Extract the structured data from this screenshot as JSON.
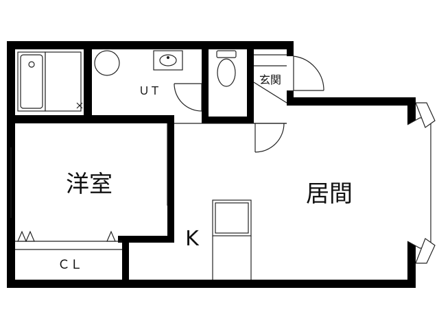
{
  "floor_plan": {
    "rooms": {
      "western_room": "洋室",
      "living_room": "居間",
      "utility": "ＵＴ",
      "kitchen": "K",
      "closet": "ＣＬ",
      "entrance": "玄関"
    },
    "colors": {
      "wall": "#000000",
      "line": "#222222",
      "background": "#ffffff"
    }
  }
}
